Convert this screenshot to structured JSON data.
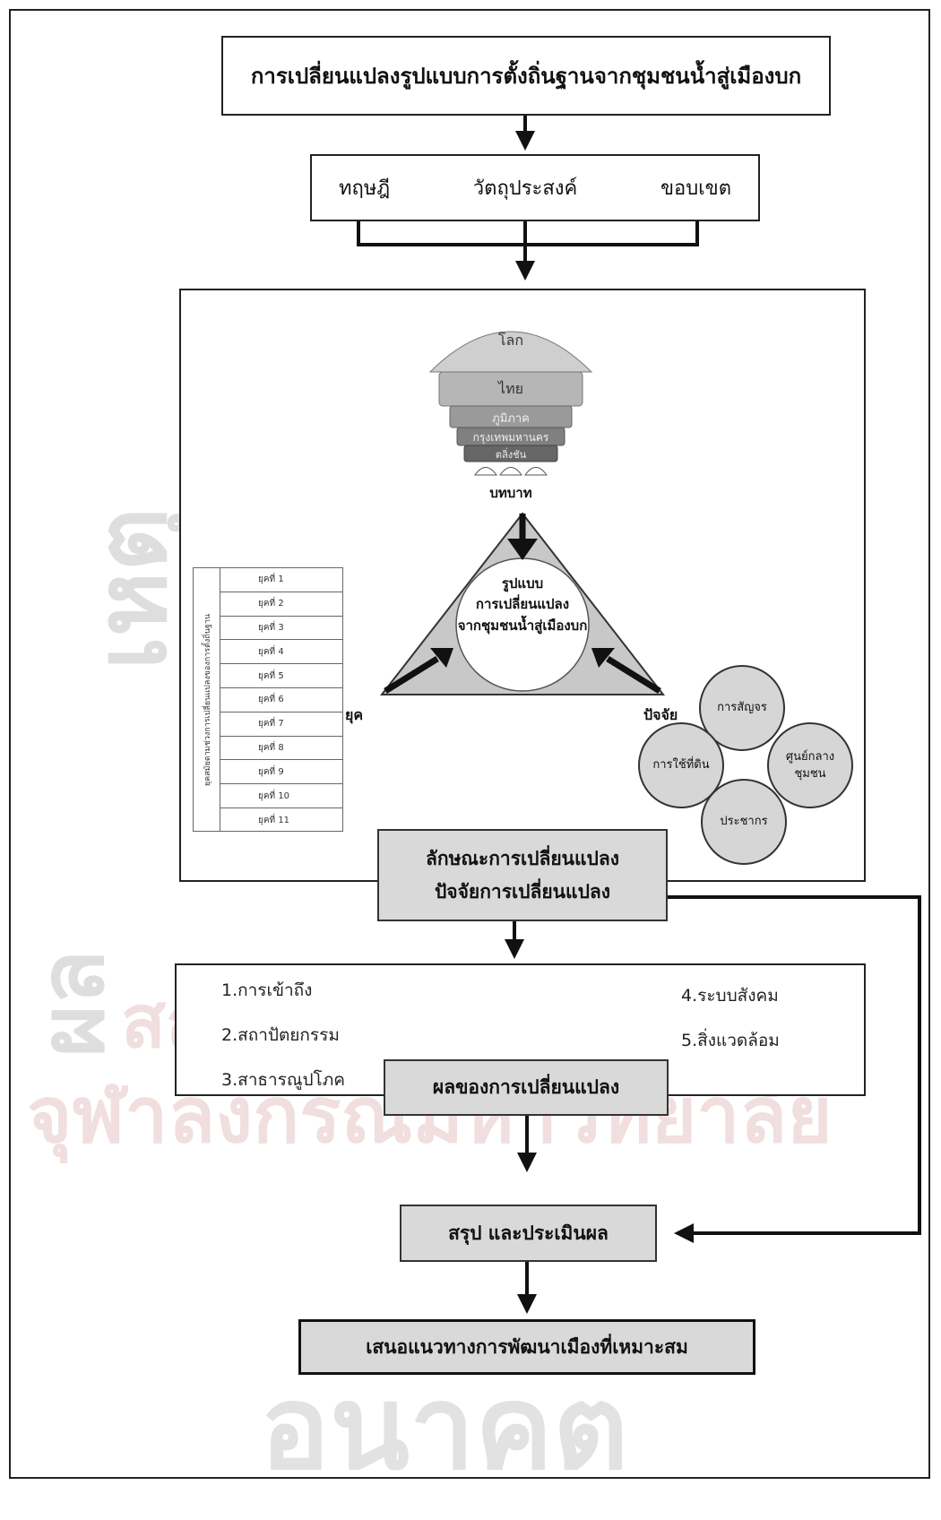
{
  "title": "การเปลี่ยนแปลงรูปแบบการตั้งถิ่นฐานจากชุมชนน้ำสู่เมืองบก",
  "study": {
    "theory": "ทฤษฎี",
    "objective": "วัตถุประสงค์",
    "scope": "ขอบเขต"
  },
  "levels": [
    "โลก",
    "ไทย",
    "ภูมิภาค",
    "กรุงเทพมหานคร",
    "ตลิ่งชัน"
  ],
  "role_label": "บทบาท",
  "center_text": [
    "รูปแบบ",
    "การเปลี่ยนแปลง",
    "จากชุมชนน้ำสู่เมืองบก"
  ],
  "era_label": "ยุค",
  "factor_label": "ปัจจัย",
  "era_table": {
    "side_label": "ยุคสมัยตามช่วงการเปลี่ยนแปลงของการตั้งถิ่นฐาน",
    "rows": [
      "ยุคที่ 1",
      "ยุคที่ 2",
      "ยุคที่ 3",
      "ยุคที่ 4",
      "ยุคที่ 5",
      "ยุคที่ 6",
      "ยุคที่ 7",
      "ยุคที่ 8",
      "ยุคที่ 9",
      "ยุคที่ 10",
      "ยุคที่ 11"
    ]
  },
  "factors": [
    "การสัญจร",
    "ศูนย์กลางชุมชน",
    "การใช้ที่ดิน",
    "ประชากร"
  ],
  "change": {
    "line1": "ลักษณะการเปลี่ยนแปลง",
    "line2": "ปัจจัยการเปลี่ยนแปลง"
  },
  "effects": {
    "items_left": [
      "1.การเข้าถึง",
      "2.สถาปัตยกรรม",
      "3.สาธารณูปโภค"
    ],
    "items_right": [
      "4.ระบบสังคม",
      "5.สิ่งแวดล้อม"
    ],
    "label": "ผลของการเปลี่ยนแปลง"
  },
  "conclusion": "สรุป และประเมินผล",
  "proposal": "เสนอแนวทางการพัฒนาเมืองที่เหมาะสม",
  "side_labels": {
    "cause": "เหตุ",
    "effect": "ผล",
    "future": "อนาคต"
  },
  "watermark": {
    "line1": "สถาบันวิทยบริการ",
    "line2": "จุฬาลงกรณ์มหาวิทยาลัย"
  }
}
